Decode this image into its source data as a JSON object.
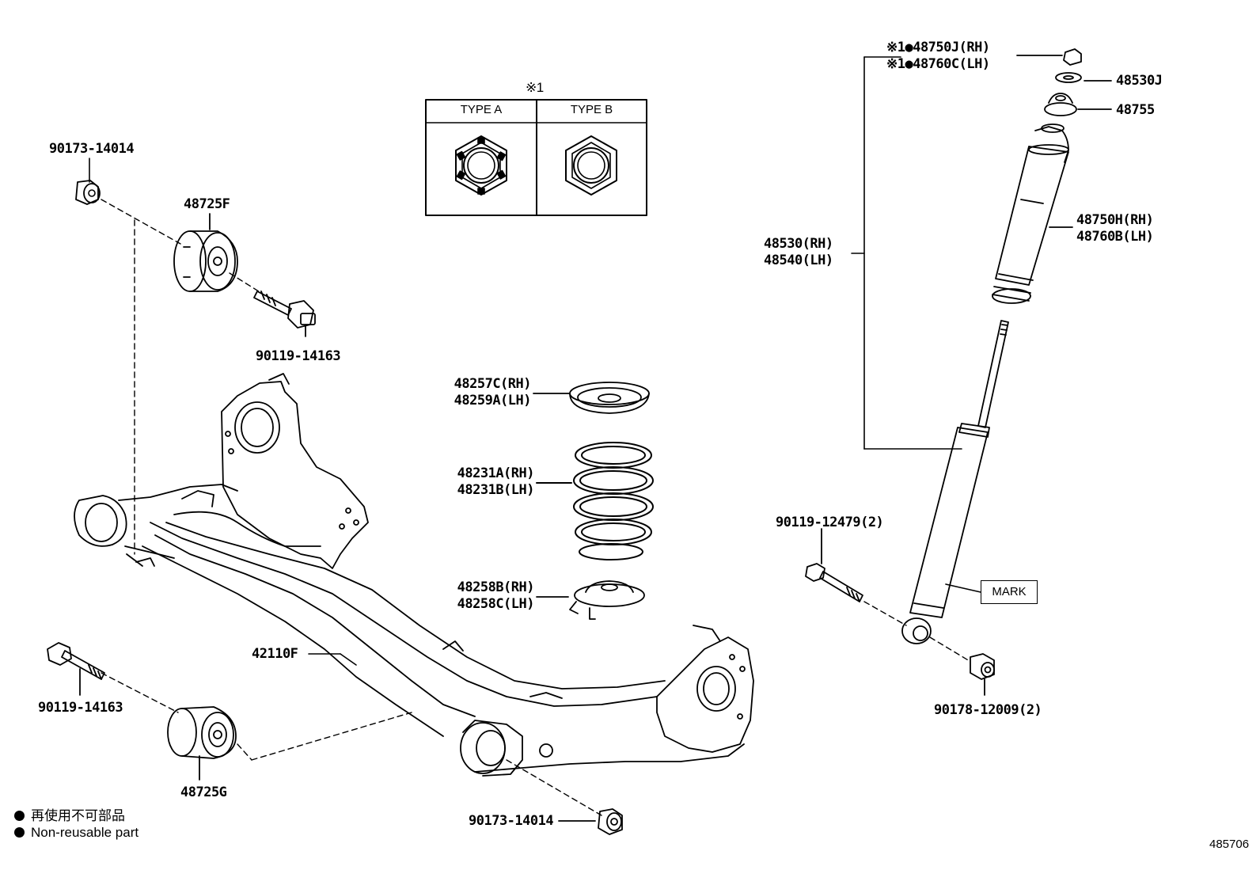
{
  "note_symbol": "※1",
  "type_table": {
    "type_a": "TYPE A",
    "type_b": "TYPE B"
  },
  "parts": {
    "nut_top_left": "90173-14014",
    "bushing_upper": "48725F",
    "bolt_upper": "90119-14163",
    "spring_seat_upper": [
      "48257C(RH)",
      "48259A(LH)"
    ],
    "coil_spring": [
      "48231A(RH)",
      "48231B(LH)"
    ],
    "spring_seat_lower": [
      "48258B(RH)",
      "48258C(LH)"
    ],
    "axle_beam": "42110F",
    "bolt_lower": "90119-14163",
    "bushing_lower": "48725G",
    "nut_bottom": "90173-14014",
    "cap_nut": [
      "※1●48750J(RH)",
      "※1●48760C(LH)"
    ],
    "washer": "48530J",
    "upper_support": "48755",
    "shock_assembly": [
      "48530(RH)",
      "48540(LH)"
    ],
    "dust_cover": [
      "48750H(RH)",
      "48760B(LH)"
    ],
    "shock_bolt": "90119-12479(2)",
    "shock_nut": "90178-12009(2)",
    "mark_label": "MARK"
  },
  "legend": {
    "line1": "再使用不可部品",
    "line2": "Non-reusable part"
  },
  "figure_id": "485706"
}
